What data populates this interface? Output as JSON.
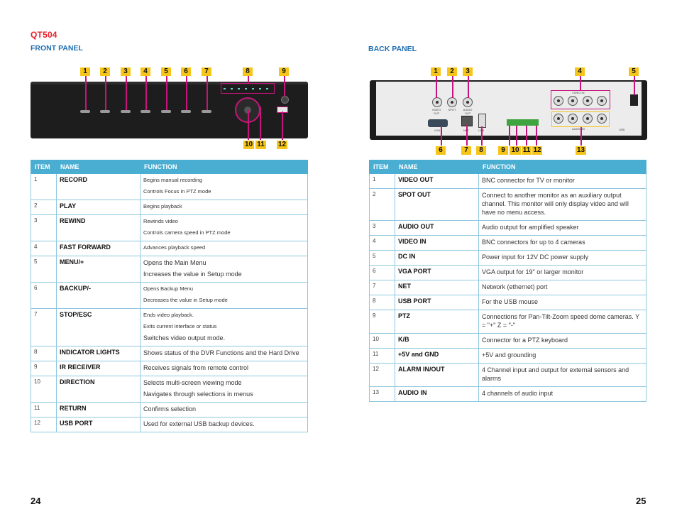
{
  "model": "QT504",
  "front": {
    "title": "FRONT PANEL",
    "callouts_top": [
      "1",
      "2",
      "3",
      "4",
      "5",
      "6",
      "7",
      "8",
      "9"
    ],
    "callouts_bottom": [
      "10",
      "11",
      "12"
    ],
    "table": {
      "headers": [
        "ITEM",
        "NAME",
        "FUNCTION"
      ],
      "rows": [
        {
          "item": "1",
          "name": "RECORD",
          "func": [
            {
              "t": "Begins manual recording",
              "s": true
            },
            {
              "t": "Controls Focus in PTZ mode",
              "s": true
            }
          ]
        },
        {
          "item": "2",
          "name": "PLAY",
          "func": [
            {
              "t": "Begins playback",
              "s": true
            }
          ]
        },
        {
          "item": "3",
          "name": "REWIND",
          "func": [
            {
              "t": "Rewinds video",
              "s": true
            },
            {
              "t": "Controls camera speed in PTZ mode",
              "s": true
            }
          ]
        },
        {
          "item": "4",
          "name": "FAST FORWARD",
          "func": [
            {
              "t": "Advances playback speed",
              "s": true
            }
          ]
        },
        {
          "item": "5",
          "name": "MENU/+",
          "func": [
            {
              "t": "Opens the Main Menu",
              "s": false
            },
            {
              "t": "Increases the value in Setup mode",
              "s": false
            }
          ]
        },
        {
          "item": "6",
          "name": "BACKUP/-",
          "func": [
            {
              "t": "Opens Backup Menu",
              "s": true
            },
            {
              "t": "Decreases the value in Setup mode",
              "s": true
            }
          ]
        },
        {
          "item": "7",
          "name": "STOP/ESC",
          "func": [
            {
              "t": "Ends video playback.",
              "s": true
            },
            {
              "t": "Exits current interface or status",
              "s": true
            },
            {
              "t": "Switches video output mode.",
              "s": false
            }
          ]
        },
        {
          "item": "8",
          "name": "INDICATOR LIGHTS",
          "func": [
            {
              "t": "Shows status of the DVR Functions and the Hard Drive",
              "s": false
            }
          ]
        },
        {
          "item": "9",
          "name": "IR RECEIVER",
          "func": [
            {
              "t": "Receives signals from remote control",
              "s": false
            }
          ]
        },
        {
          "item": "10",
          "name": "DIRECTION",
          "func": [
            {
              "t": "Selects multi-screen viewing mode",
              "s": false
            },
            {
              "t": "Navigates through selections in menus",
              "s": false
            }
          ]
        },
        {
          "item": "11",
          "name": "RETURN",
          "func": [
            {
              "t": "Confirms selection",
              "s": false
            }
          ]
        },
        {
          "item": "12",
          "name": "USB PORT",
          "func": [
            {
              "t": "Used for external USB backup devices.",
              "s": false
            }
          ]
        }
      ]
    }
  },
  "back": {
    "title": "BACK PANEL",
    "callouts_top": [
      "1",
      "2",
      "3",
      "4",
      "5"
    ],
    "callouts_bottom": [
      "6",
      "7",
      "8",
      "9",
      "10",
      "11",
      "12",
      "13"
    ],
    "labels": {
      "video_out": "VIDEO OUT",
      "spot": "SPOT",
      "audio_out": "AUDIO OUT",
      "video_in": "VIDEO IN",
      "audio_in": "AUDIO IN",
      "usb": "USB",
      "vga": "VGA",
      "net": "NET",
      "usb_port": "USB"
    },
    "table": {
      "headers": [
        "ITEM",
        "NAME",
        "FUNCTION"
      ],
      "rows": [
        {
          "item": "1",
          "name": "VIDEO OUT",
          "func": "BNC connector for TV or monitor"
        },
        {
          "item": "2",
          "name": "SPOT OUT",
          "func": "Connect to another monitor as an auxiliary output channel. This monitor will only display video and will have no menu access."
        },
        {
          "item": "3",
          "name": "AUDIO OUT",
          "func": "Audio output for amplified speaker"
        },
        {
          "item": "4",
          "name": "VIDEO IN",
          "func": "BNC connectors for up to 4 cameras"
        },
        {
          "item": "5",
          "name": "DC IN",
          "func": "Power input for 12V DC power supply"
        },
        {
          "item": "6",
          "name": "VGA PORT",
          "func": "VGA output for 19\" or larger monitor"
        },
        {
          "item": "7",
          "name": "NET",
          "func": "Network (ethernet) port"
        },
        {
          "item": "8",
          "name": "USB PORT",
          "func": "For the USB mouse"
        },
        {
          "item": "9",
          "name": "PTZ",
          "func": "Connections for Pan-Tilt-Zoom speed dome cameras. Y = \"+\" Z = \"-\""
        },
        {
          "item": "10",
          "name": "K/B",
          "func": "Connector for a PTZ keyboard"
        },
        {
          "item": "11",
          "name": "+5V and GND",
          "func": "+5V and grounding"
        },
        {
          "item": "12",
          "name": "ALARM IN/OUT",
          "func": "4 Channel input and output for external sensors and alarms"
        },
        {
          "item": "13",
          "name": "AUDIO IN",
          "func": "4 channels of audio input"
        }
      ]
    }
  },
  "page_left": "24",
  "page_right": "25",
  "colors": {
    "callout": "#f6c51a",
    "accent_line": "#c6157a",
    "table_header": "#4aaed3",
    "model": "#e8202a",
    "section": "#1f6fb2"
  }
}
